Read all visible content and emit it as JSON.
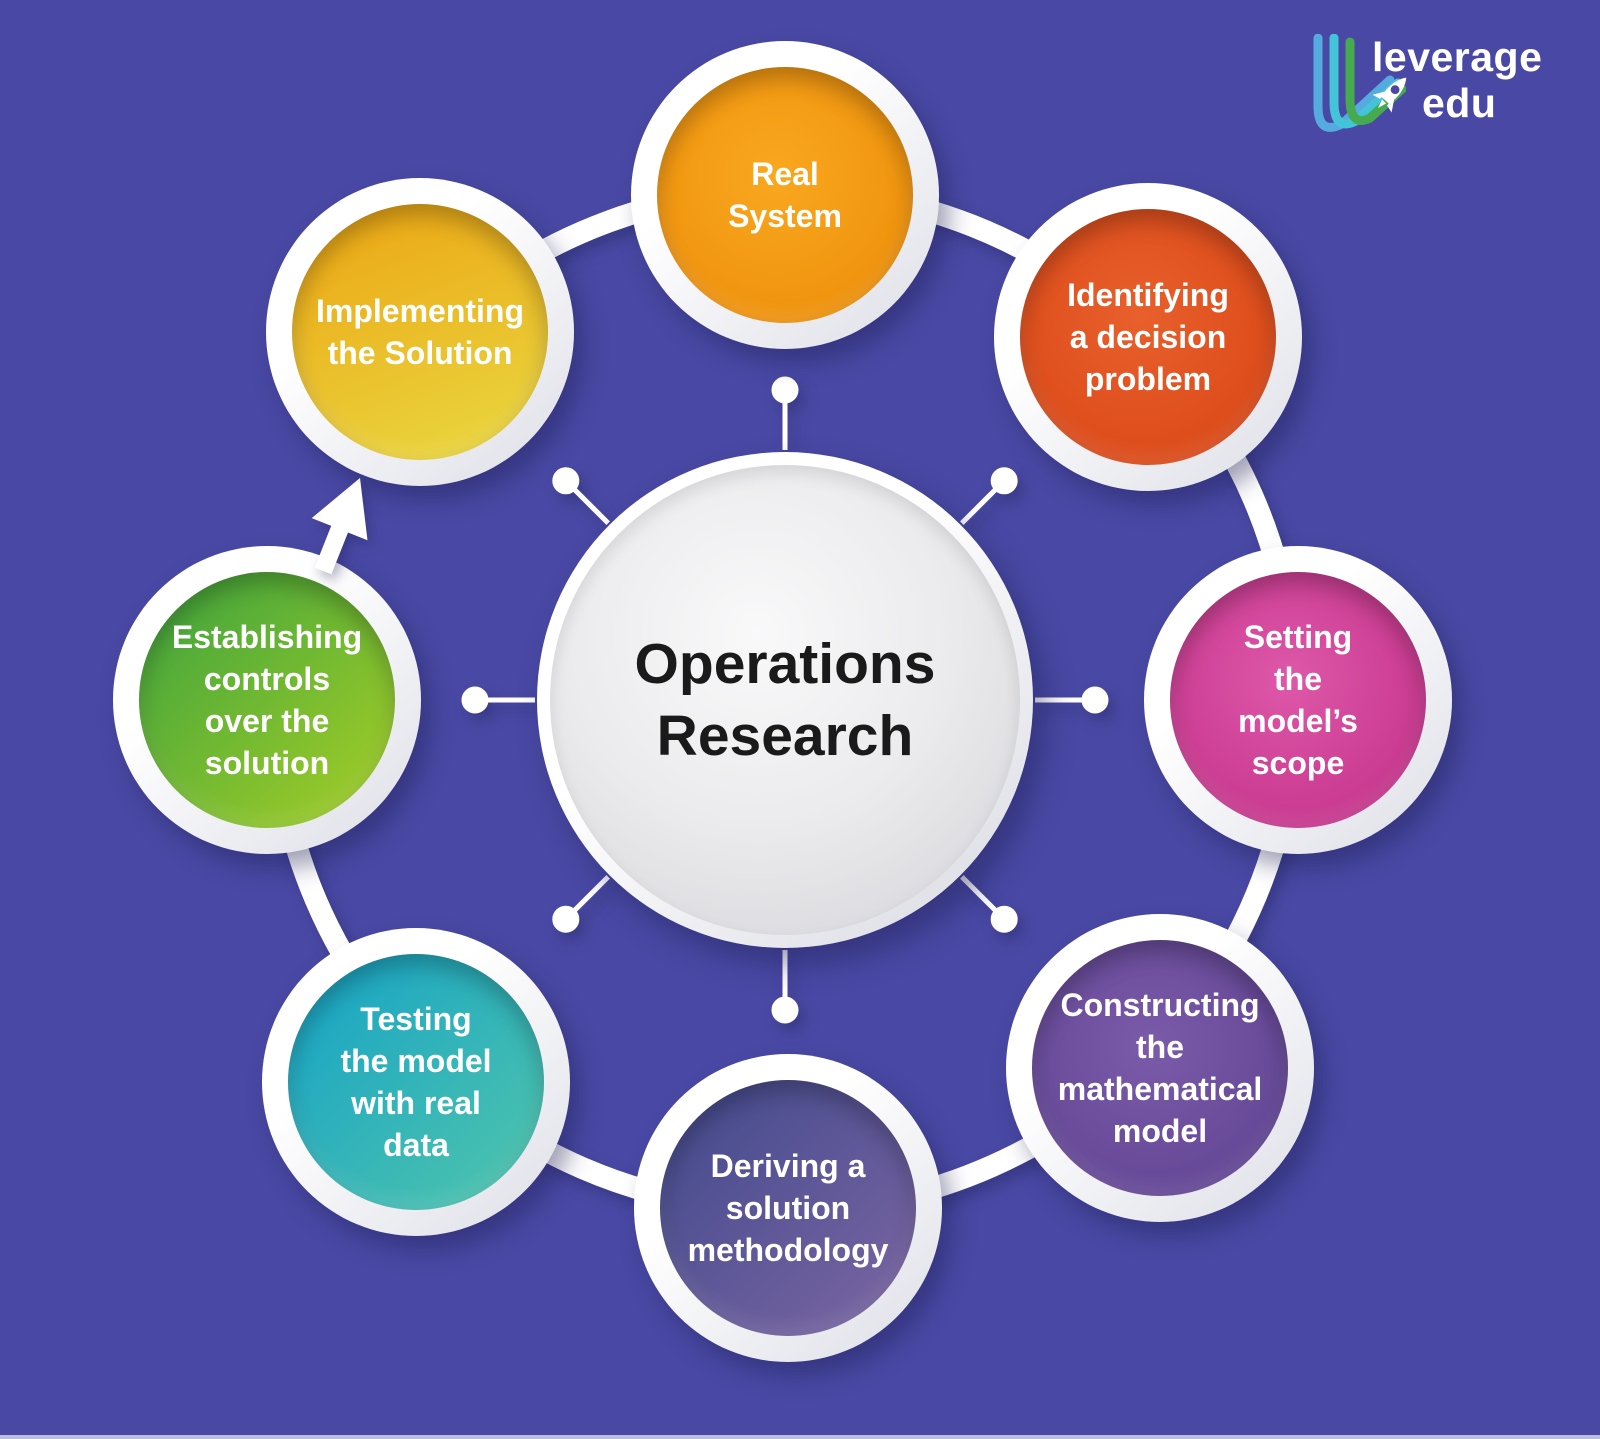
{
  "background_color": "#4949a5",
  "center": {
    "label": "Operations\nResearch",
    "text_color": "#1a1a1a"
  },
  "nodes": [
    {
      "id": "real-system",
      "label": "Real\nSystem",
      "color_start": "#f9a81f",
      "color_end": "#ec8a06",
      "gradient": "radial"
    },
    {
      "id": "identifying-a-decision-problem",
      "label": "Identifying\na decision\nproblem",
      "color_start": "#e8602c",
      "color_end": "#d84313",
      "gradient": "radial"
    },
    {
      "id": "setting-the-models-scope",
      "label": "Setting\nthe\nmodel’s\nscope",
      "color_start": "#de58a9",
      "color_end": "#c02c85",
      "gradient": "radial"
    },
    {
      "id": "constructing-the-mathematical-model",
      "label": "Constructing\nthe\nmathematical\nmodel",
      "color_start": "#7b5ba9",
      "color_end": "#5c4090",
      "gradient": "radial"
    },
    {
      "id": "deriving-a-solution-methodology",
      "label": "Deriving a\nsolution\nmethodology",
      "color_start": "#40498c",
      "color_end": "#7d66a3",
      "gradient": "linear-135"
    },
    {
      "id": "testing-the-model-with-real-data",
      "label": "Testing\nthe model\nwith real\ndata",
      "color_start": "#14a2c7",
      "color_end": "#52c6ab",
      "gradient": "linear-135"
    },
    {
      "id": "establishing-controls-over-the-solution",
      "label": "Establishing\ncontrols\nover the\nsolution",
      "color_start": "#3aa23e",
      "color_end": "#a8cf26",
      "gradient": "linear-135"
    },
    {
      "id": "implementing-the-solution",
      "label": "Implementing\nthe Solution",
      "color_start": "#eca412",
      "color_end": "#e9d942",
      "gradient": "linear-160"
    }
  ],
  "connector_color": "#ffffff",
  "logo": {
    "line1": "leverage",
    "line2": "edu",
    "stripe_colors": [
      "#55aadf",
      "#43c4d9",
      "#46ab4e"
    ],
    "rocket_icon": "rocket-icon",
    "text_color": "#ffffff"
  }
}
